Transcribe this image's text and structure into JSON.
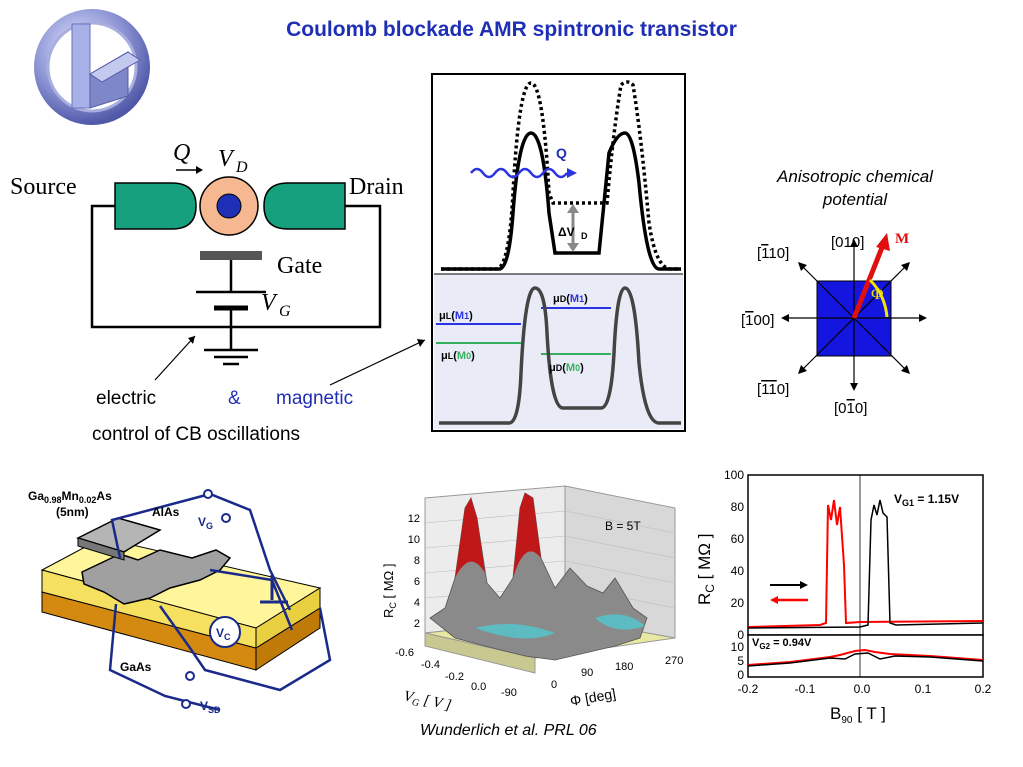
{
  "title": "Coulomb blockade AMR spintronic transistor",
  "circuit": {
    "source": "Source",
    "drain": "Drain",
    "gate": "Gate",
    "q": "Q",
    "vd_main": "V",
    "vd_sub": "D",
    "vg_main": "V",
    "vg_sub": "G",
    "control_electric": "electric",
    "control_amp": "&",
    "control_magnetic": "magnetic",
    "control_line2": "control of CB oscillations"
  },
  "potential_panel": {
    "q_label": "Q",
    "delta_vd": "ΔV",
    "delta_vd_sub": "D",
    "mu_l_m1": "μ",
    "mu_l_m1_tail": "L(M",
    "mu_l_m1_sub": "1",
    "mu_l_m0": "μL(M0)",
    "mu_d_m1": "μD(M1)",
    "mu_d_m0": "μD(M0)"
  },
  "anisotropic": {
    "title_line1": "Anisotropic chemical",
    "title_line2": "potential",
    "dir_top": "[010]",
    "dir_bottom": "[0-10]",
    "dir_left": "[-100]",
    "dir_tl": "[-110]",
    "dir_bl": "[-1-10]",
    "m_label": "M",
    "phi_label": "Φ"
  },
  "device": {
    "gamnas": "Ga0.98Mn0.02As",
    "thickness": "(5nm)",
    "alas": "AlAs",
    "gaas": "GaAs",
    "vg": "VG",
    "vc": "VC",
    "vsd": "VSD"
  },
  "surface_plot": {
    "b_label": "B = 5T",
    "z_label": "RC [ MΩ ]",
    "z_ticks": [
      "12",
      "10",
      "8",
      "6",
      "4",
      "2"
    ],
    "vg_ticks": [
      "-0.6",
      "-0.4",
      "-0.2",
      "0.0"
    ],
    "vg_label": "VG [ V ]",
    "phi_ticks": [
      "-90",
      "0",
      "90",
      "180",
      "270"
    ],
    "phi_label": "Φ [deg]"
  },
  "rc_plot": {
    "vg1_label": "VG1 = 1.15V",
    "vg2_label": "VG2 = 0.94V",
    "y_label": "RC [ MΩ ]",
    "y_ticks": [
      "100",
      "80",
      "60",
      "40",
      "20",
      "0"
    ],
    "y2_ticks": [
      "10",
      "5",
      "0"
    ],
    "x_ticks": [
      "-0.2",
      "-0.1",
      "0.0",
      "0.1",
      "0.2"
    ],
    "x_label": "B90 [ T ]",
    "colors": {
      "sweep_up": "#000000",
      "sweep_down": "#ff0000"
    }
  },
  "credit": "Wunderlich et al. PRL 06"
}
